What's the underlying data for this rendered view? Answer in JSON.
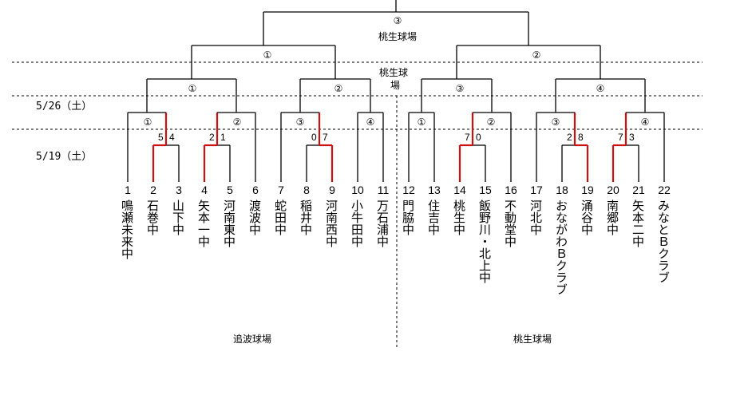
{
  "dates": {
    "round2": "5/26（土）",
    "round1": "5/19（土）"
  },
  "colors": {
    "line": "#000000",
    "winner": "#cc1111",
    "dashed": "#000000"
  },
  "final": {
    "mark": "③",
    "venue": "桃生球場"
  },
  "semi_venue": [
    "桃生球",
    "場"
  ],
  "semis": [
    {
      "mark": "①"
    },
    {
      "mark": "②"
    }
  ],
  "quarters": [
    {
      "mark": "①"
    },
    {
      "mark": "②"
    },
    {
      "mark": "③"
    },
    {
      "mark": "④"
    }
  ],
  "round2_left": [
    {
      "mark": "①"
    },
    {
      "mark": "②"
    },
    {
      "mark": "③"
    },
    {
      "mark": "④"
    }
  ],
  "round2_right": [
    {
      "mark": "①"
    },
    {
      "mark": "②"
    },
    {
      "mark": "③"
    },
    {
      "mark": "④"
    }
  ],
  "first_round": [
    {
      "teams": [
        2,
        3
      ],
      "scores": [
        "5",
        "4"
      ],
      "winner": 2
    },
    {
      "teams": [
        4,
        5
      ],
      "scores": [
        "2",
        "1"
      ],
      "winner": 4
    },
    {
      "teams": [
        8,
        9
      ],
      "scores": [
        "0",
        "7"
      ],
      "winner": 9
    },
    {
      "teams": [
        14,
        15
      ],
      "scores": [
        "7",
        "0"
      ],
      "winner": 14
    },
    {
      "teams": [
        18,
        19
      ],
      "scores": [
        "2",
        "8"
      ],
      "winner": 19
    },
    {
      "teams": [
        20,
        21
      ],
      "scores": [
        "7",
        "3"
      ],
      "winner": 20
    }
  ],
  "teams": [
    {
      "num": "1",
      "name": "鳴瀬未来中"
    },
    {
      "num": "2",
      "name": "石巻中"
    },
    {
      "num": "3",
      "name": "山下中"
    },
    {
      "num": "4",
      "name": "矢本一中"
    },
    {
      "num": "5",
      "name": "河南東中"
    },
    {
      "num": "6",
      "name": "渡波中"
    },
    {
      "num": "7",
      "name": "蛇田中"
    },
    {
      "num": "8",
      "name": "稲井中"
    },
    {
      "num": "9",
      "name": "河南西中"
    },
    {
      "num": "10",
      "name": "小牛田中"
    },
    {
      "num": "11",
      "name": "万石浦中"
    },
    {
      "num": "12",
      "name": "門脇中"
    },
    {
      "num": "13",
      "name": "住吉中"
    },
    {
      "num": "14",
      "name": "桃生中"
    },
    {
      "num": "15",
      "name": "飯野川・北上中"
    },
    {
      "num": "16",
      "name": "不動堂中"
    },
    {
      "num": "17",
      "name": "河北中"
    },
    {
      "num": "18",
      "name": "おながわＢクラブ"
    },
    {
      "num": "19",
      "name": "涌谷中"
    },
    {
      "num": "20",
      "name": "南郷中"
    },
    {
      "num": "21",
      "name": "矢本二中"
    },
    {
      "num": "22",
      "name": "みなとＢクラブ"
    }
  ],
  "venues": {
    "left": "追波球場",
    "right": "桃生球場"
  }
}
